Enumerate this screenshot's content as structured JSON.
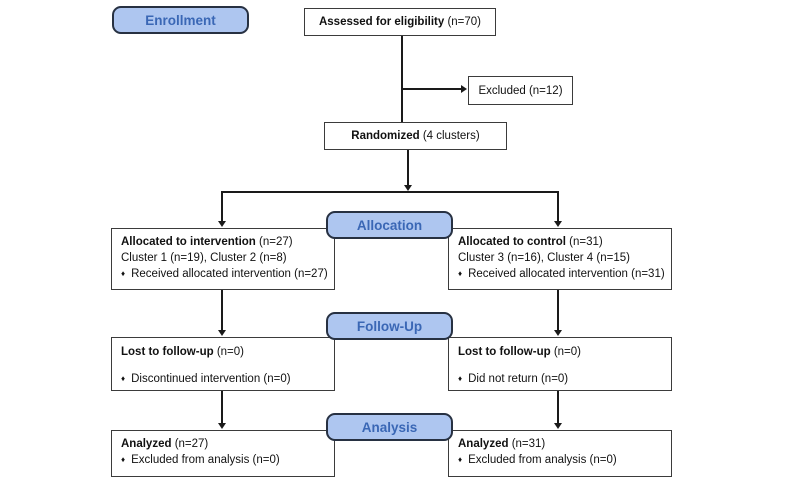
{
  "diagram": {
    "stages": {
      "enrollment": {
        "label": "Enrollment"
      },
      "allocation": {
        "label": "Allocation"
      },
      "followup": {
        "label": "Follow-Up"
      },
      "analysis": {
        "label": "Analysis"
      }
    },
    "boxes": {
      "assessed": {
        "bold": "Assessed for eligibility",
        "rest": " (n=70)"
      },
      "excluded": {
        "text": "Excluded (n=12)"
      },
      "randomized": {
        "bold": "Randomized",
        "rest": " (4 clusters)"
      },
      "allocation_left": {
        "bold": "Allocated to intervention",
        "rest": " (n=27)",
        "line2": "Cluster 1 (n=19), Cluster 2 (n=8)",
        "bullet_text": "Received allocated intervention (n=27)"
      },
      "allocation_right": {
        "bold": "Allocated to control",
        "rest": " (n=31)",
        "line2": "Cluster 3 (n=16), Cluster 4 (n=15)",
        "bullet_text": "Received allocated intervention (n=31)"
      },
      "followup_left": {
        "bold": "Lost to follow-up",
        "rest": " (n=0)",
        "bullet_text": "Discontinued intervention (n=0)"
      },
      "followup_right": {
        "bold": "Lost to follow-up",
        "rest": " (n=0)",
        "bullet_text": "Did not return (n=0)"
      },
      "analysis_left": {
        "bold": "Analyzed",
        "rest": " (n=27)",
        "bullet_text": "Excluded from analysis (n=0)"
      },
      "analysis_right": {
        "bold": "Analyzed",
        "rest": " (n=31)",
        "bullet_text": "Excluded from analysis (n=0)"
      }
    },
    "bullet_glyph": "♦",
    "colors": {
      "stage_fill": "#AEC6F0",
      "stage_border": "#273142",
      "stage_text": "#3A67B5",
      "box_border": "#3B3B3B",
      "connector": "#1A1A1A"
    }
  }
}
